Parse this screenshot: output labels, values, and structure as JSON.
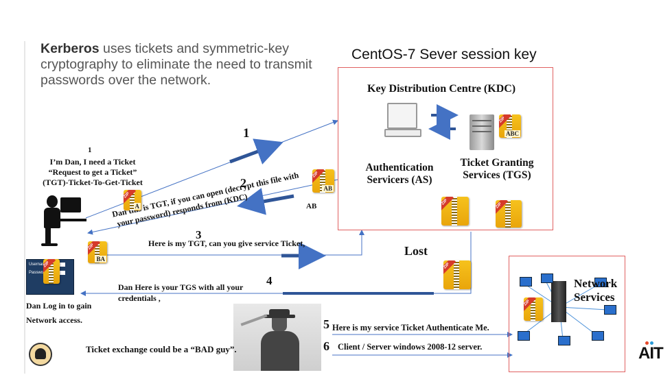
{
  "intro": {
    "bold": "Kerberos",
    "rest": " uses tickets and symmetric-key cryptography to eliminate the need to transmit passwords over the network."
  },
  "kdc_heading": "CentOS-7 Sever session key",
  "kdc": {
    "title": "Key Distribution Centre (KDC)",
    "as_label": "Authentication Servicers (AS)",
    "tgs_label": "Ticket Granting Services (TGS)",
    "abc_tag": "ABC"
  },
  "steps": {
    "s1_num": "1",
    "s1_note_num": "1",
    "s1_note": [
      "I’m Dan, I need a Ticket",
      "“Request to get a Ticket”",
      "(TGT)-Ticket-To-Get-Ticket"
    ],
    "s2_num": "2",
    "s2_text": [
      "Dan this is TGT, if you can open (decrypt this file with",
      "your password) responds from (KDC)"
    ],
    "s3_num": "3",
    "s3_text": "Here is my TGT, can you give service Ticket,",
    "s4_num": "4",
    "s4_text": [
      "Dan Here is your TGS with all your",
      "credentials ,"
    ],
    "s5_num": "5",
    "s5_text": "Here is my service Ticket Authenticate Me.",
    "s6_num": "6",
    "s6_text": "Client / Server windows 2008-12 server."
  },
  "zip_tags": {
    "a": "A",
    "ab": "AB",
    "ab_below": "AB",
    "ba": "BA"
  },
  "login": {
    "username": "Username",
    "password": "Password",
    "caption": [
      "Dan Log in to gain",
      "Network access."
    ]
  },
  "lost": "Lost",
  "network_services": [
    "Network",
    "Services"
  ],
  "bad_guy": "Ticket exchange could be a “BAD guy”.",
  "brand": "AIT",
  "colors": {
    "box_border": "#e06060",
    "arrow_line": "#4472c4",
    "arrow_fill": "#2f5597",
    "zip": "#f2b31a"
  }
}
